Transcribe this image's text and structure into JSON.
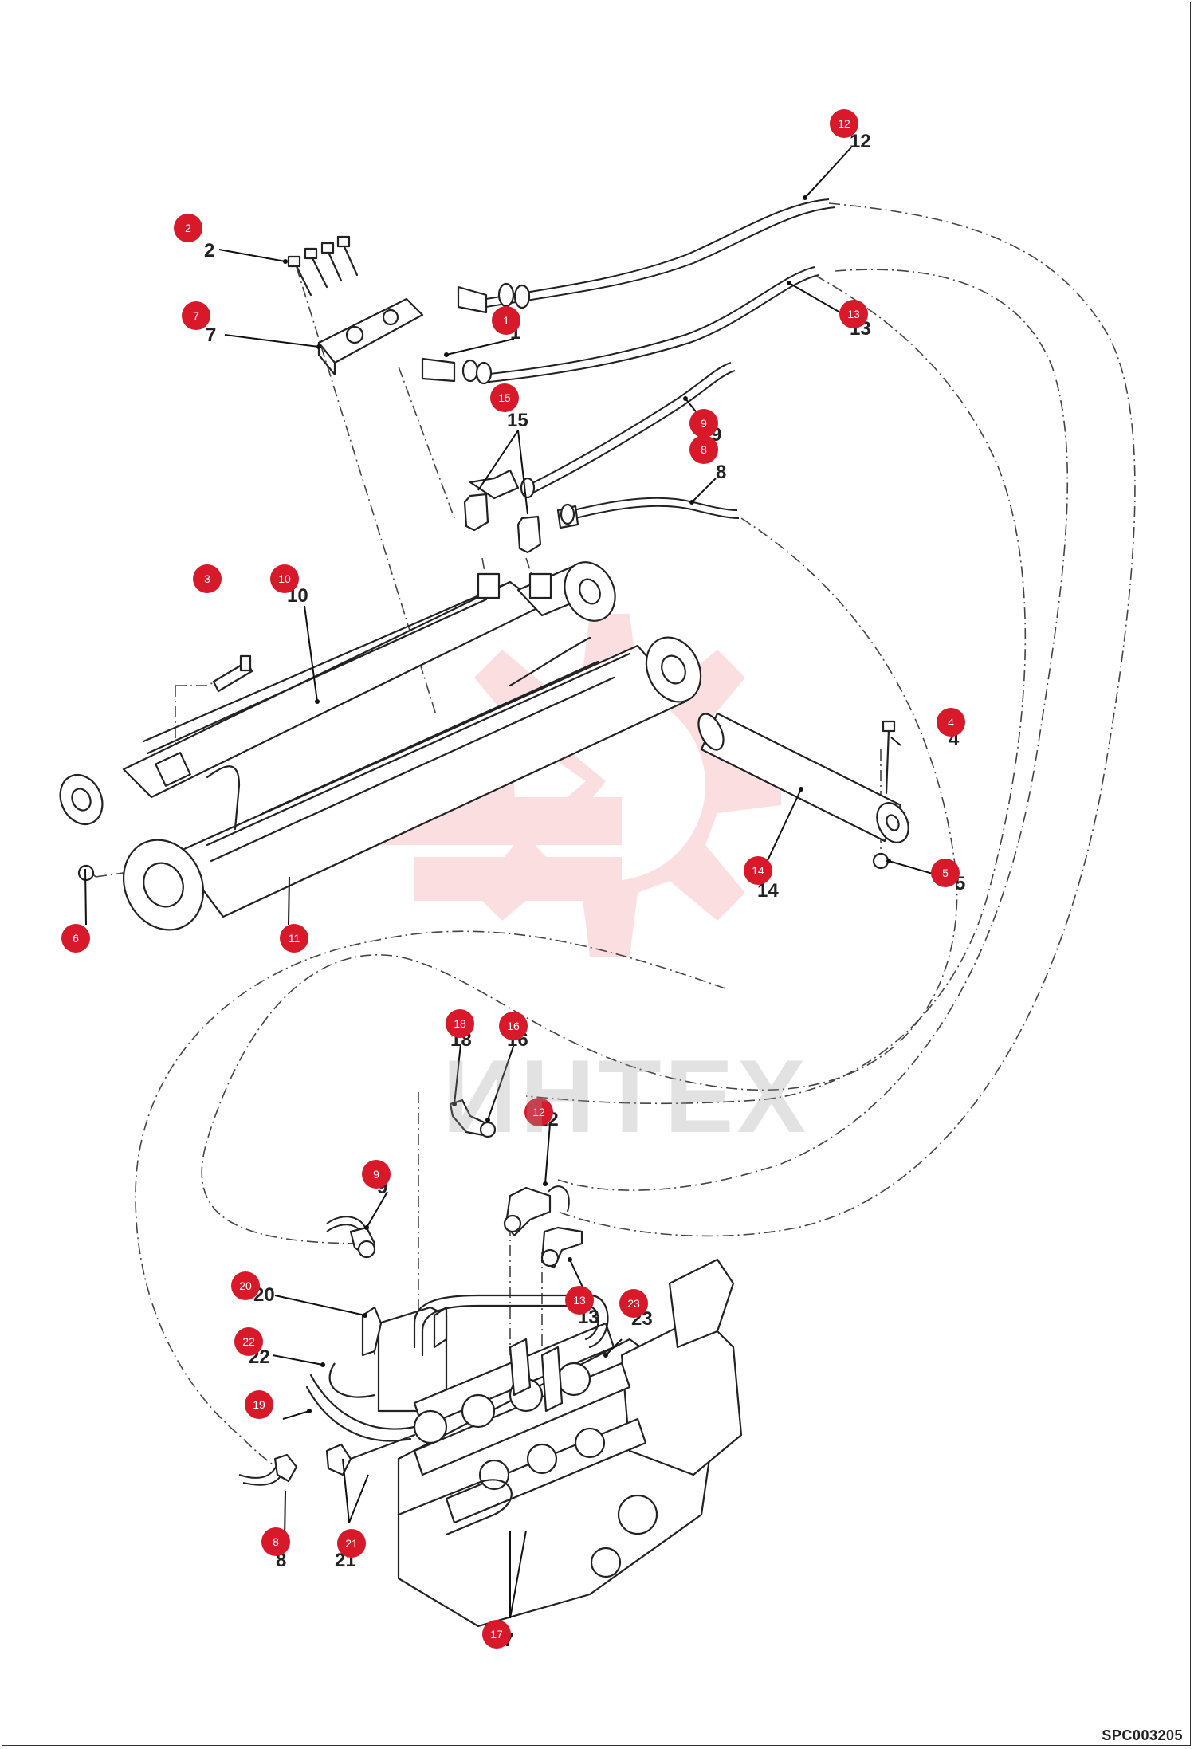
{
  "diagram_code": "SPC003205",
  "watermark": {
    "text": "ИНТЕХ",
    "color": "#e8363f"
  },
  "callout_color": "#d7192a",
  "callouts": [
    {
      "id": "callout-12-top",
      "label": "12"
    },
    {
      "id": "callout-2",
      "label": "2"
    },
    {
      "id": "callout-7",
      "label": "7"
    },
    {
      "id": "callout-1",
      "label": "1"
    },
    {
      "id": "callout-13-top",
      "label": "13"
    },
    {
      "id": "callout-15",
      "label": "15"
    },
    {
      "id": "callout-9-top",
      "label": "9"
    },
    {
      "id": "callout-8-top",
      "label": "8"
    },
    {
      "id": "callout-3",
      "label": "3"
    },
    {
      "id": "callout-10",
      "label": "10"
    },
    {
      "id": "callout-4",
      "label": "4"
    },
    {
      "id": "callout-14",
      "label": "14"
    },
    {
      "id": "callout-5",
      "label": "5"
    },
    {
      "id": "callout-6",
      "label": "6"
    },
    {
      "id": "callout-11",
      "label": "11"
    },
    {
      "id": "callout-18",
      "label": "18"
    },
    {
      "id": "callout-16",
      "label": "16"
    },
    {
      "id": "callout-12-bottom",
      "label": "12"
    },
    {
      "id": "callout-9-bottom",
      "label": "9"
    },
    {
      "id": "callout-20",
      "label": "20"
    },
    {
      "id": "callout-13-bottom",
      "label": "13"
    },
    {
      "id": "callout-23",
      "label": "23"
    },
    {
      "id": "callout-22",
      "label": "22"
    },
    {
      "id": "callout-19",
      "label": "19"
    },
    {
      "id": "callout-8-bottom",
      "label": "8"
    },
    {
      "id": "callout-21",
      "label": "21"
    },
    {
      "id": "callout-17",
      "label": "17"
    }
  ],
  "printed_numbers": [
    {
      "id": "num-12-top",
      "text": "12"
    },
    {
      "id": "num-2",
      "text": "2"
    },
    {
      "id": "num-7",
      "text": "7"
    },
    {
      "id": "num-1",
      "text": "1"
    },
    {
      "id": "num-13-top",
      "text": "13"
    },
    {
      "id": "num-15",
      "text": "15"
    },
    {
      "id": "num-9-top",
      "text": "9"
    },
    {
      "id": "num-8-top",
      "text": "8"
    },
    {
      "id": "num-10",
      "text": "10"
    },
    {
      "id": "num-4",
      "text": "4"
    },
    {
      "id": "num-14",
      "text": "14"
    },
    {
      "id": "num-5",
      "text": "5"
    },
    {
      "id": "num-18",
      "text": "18"
    },
    {
      "id": "num-16",
      "text": "16"
    },
    {
      "id": "num-12-bottom",
      "text": "12"
    },
    {
      "id": "num-9-bottom",
      "text": "9"
    },
    {
      "id": "num-20",
      "text": "20"
    },
    {
      "id": "num-13-bottom",
      "text": "13"
    },
    {
      "id": "num-23",
      "text": "23"
    },
    {
      "id": "num-22",
      "text": "22"
    },
    {
      "id": "num-8-bottom",
      "text": "8"
    },
    {
      "id": "num-21",
      "text": "21"
    },
    {
      "id": "num-17",
      "text": "17"
    }
  ]
}
